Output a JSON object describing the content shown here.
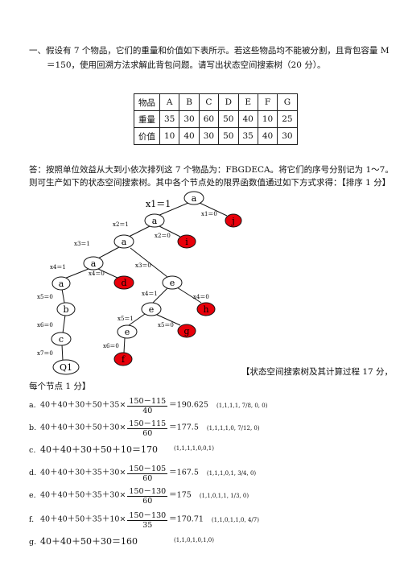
{
  "question": {
    "line1": "一、假设有 7 个物品，它们的重量和价值如下表所示。若这些物品均不能被分割，且背包容量 M",
    "line2": "＝150，使用回溯方法求解此背包问题。请写出状态空间搜索树（20 分）。"
  },
  "table": {
    "rows": [
      [
        "物品",
        "A",
        "B",
        "C",
        "D",
        "E",
        "F",
        "G"
      ],
      [
        "重量",
        "35",
        "30",
        "60",
        "50",
        "40",
        "10",
        "25"
      ],
      [
        "价值",
        "10",
        "40",
        "30",
        "50",
        "35",
        "40",
        "30"
      ]
    ]
  },
  "answer": {
    "line1": "答：按照单位效益从大到小依次排列这 7 个物品为：FBGDECA。将它们的序号分别记为 1～7。",
    "line2": "则可生产如下的状态空间搜索树。其中各个节点处的限界函数值通过如下方式求得：【排序 1 分】"
  },
  "tree": {
    "nodes": [
      "a",
      "j",
      "a",
      "i",
      "a",
      "a",
      "d",
      "e",
      "a",
      "b",
      "e",
      "h",
      "c",
      "e",
      "g",
      "Q1",
      "f"
    ],
    "edges": [
      "x1＝1",
      "x1＝0",
      "x2＝1",
      "x2＝0",
      "x3＝1",
      "x4＝1",
      "x4＝0",
      "x3＝0",
      "x5＝0",
      "x6＝0",
      "x7＝0",
      "x4＝1",
      "x4＝0",
      "x5＝1",
      "x5＝0",
      "x6＝0"
    ]
  },
  "score_note": {
    "line1": "【状态空间搜索树及其计算过程 17 分，",
    "line2": "每个节点 1 分】"
  },
  "calcs": [
    {
      "label": "a.",
      "prefix": "40＋40＋30＋50＋35×",
      "num": "150－115",
      "den": "40",
      "result": "＝190.625",
      "vector": "(1,1,1,1, 7/8, 0, 0)"
    },
    {
      "label": "b.",
      "prefix": "40＋40＋30＋50＋30×",
      "num": "150－115",
      "den": "60",
      "result": "＝177.5",
      "vector": "(1,1,1,1,0, 7/12, 0)"
    },
    {
      "label": "c.",
      "prefix": "40＋40＋30＋50＋10＝170",
      "num": "",
      "den": "",
      "result": "",
      "vector": "(1,1,1,1,0,0,1)"
    },
    {
      "label": "d.",
      "prefix": "40＋40＋30＋35＋30×",
      "num": "150－105",
      "den": "60",
      "result": "＝167.5",
      "vector": "(1,1,1,0,1, 3/4, 0)"
    },
    {
      "label": "e.",
      "prefix": "40＋40＋50＋35＋30×",
      "num": "150－130",
      "den": "60",
      "result": "＝175",
      "vector": "(1,1,0,1,1, 1/3, 0)"
    },
    {
      "label": "f.",
      "prefix": "40＋40＋50＋35＋10×",
      "num": "150－130",
      "den": "35",
      "result": "＝170.71",
      "vector": "(1,1,0,1,1,0, 4/7)"
    },
    {
      "label": "g.",
      "prefix": "40＋40＋50＋30＝160",
      "num": "",
      "den": "",
      "result": "",
      "vector": "(1,1,0,1,0,1,0)"
    }
  ]
}
